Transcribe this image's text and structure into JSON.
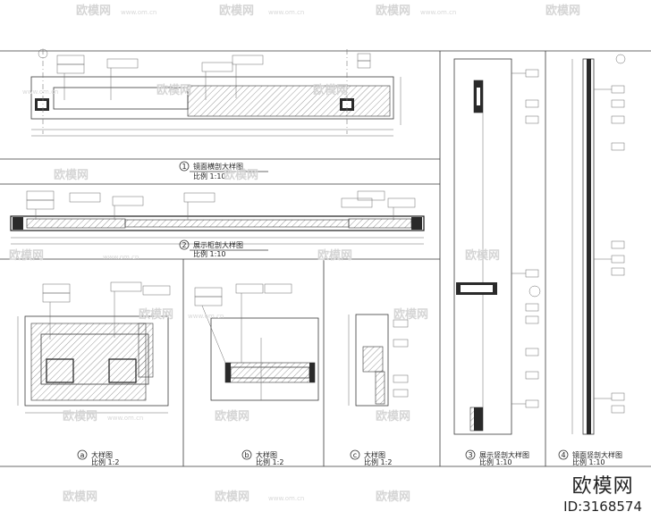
{
  "captions": {
    "c1": {
      "num": "1",
      "title": "镜面横剖大样图",
      "scale": "比例 1:10"
    },
    "c2": {
      "num": "2",
      "title": "展示柜剖大样图",
      "scale": "比例 1:10"
    },
    "c3": {
      "num": "3",
      "title": "展示竖剖大样图",
      "scale": "比例 1:10"
    },
    "c4": {
      "num": "4",
      "title": "镜面竖剖大样图",
      "scale": "比例 1:10"
    },
    "ca": {
      "num": "a",
      "title": "大样图",
      "scale": "比例 1:2"
    },
    "cb": {
      "num": "b",
      "title": "大样图",
      "scale": "比例 1:2"
    },
    "cc": {
      "num": "c",
      "title": "大样图",
      "scale": "比例 1:2"
    }
  },
  "watermark": {
    "brand": "欧模网",
    "site": "www.om.cn"
  },
  "brand": {
    "name": "欧模网",
    "id": "ID:3168574"
  }
}
